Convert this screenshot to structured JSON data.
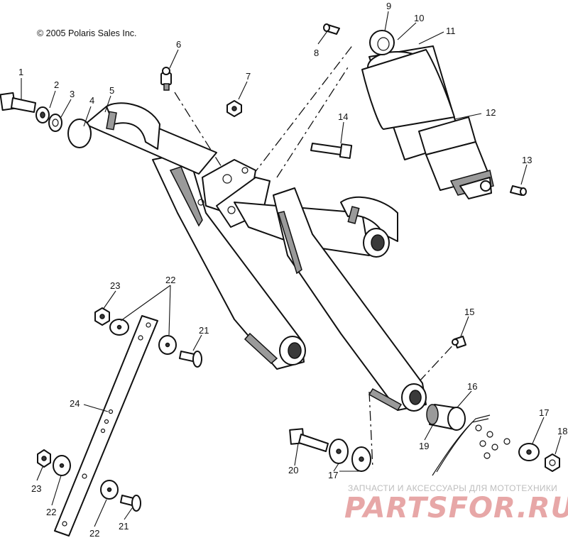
{
  "copyright": "© 2005 Polaris Sales Inc.",
  "callouts": {
    "c1": "1",
    "c2": "2",
    "c3": "3",
    "c4": "4",
    "c5": "5",
    "c6": "6",
    "c7": "7",
    "c8": "8",
    "c9": "9",
    "c10": "10",
    "c11": "11",
    "c12": "12",
    "c13": "13",
    "c14": "14",
    "c15": "15",
    "c16": "16",
    "c17a": "17",
    "c17b": "17",
    "c18": "18",
    "c19": "19",
    "c20": "20",
    "c21a": "21",
    "c21b": "21",
    "c22a": "22",
    "c22b": "22",
    "c22c": "22",
    "c23a": "23",
    "c23b": "23",
    "c24": "24"
  },
  "watermark": {
    "tagline": "ЗАПЧАСТИ И АКСЕССУАРЫ ДЛЯ МОТОТЕХНИКИ",
    "brand": "PARTSFOR.RU"
  }
}
